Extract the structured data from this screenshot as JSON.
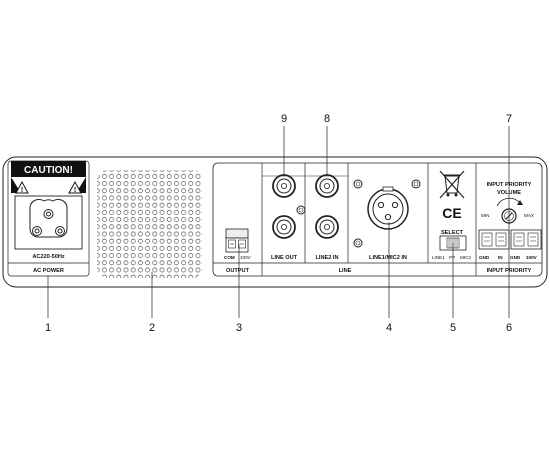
{
  "panel": {
    "caution_title": "CAUTION!",
    "ac_rating": "AC220-50Hz",
    "ac_power_label": "AC POWER"
  },
  "output": {
    "com": "COM",
    "v100": "100V",
    "label": "OUTPUT"
  },
  "line": {
    "line_out": "LINE OUT",
    "line2_in": "LINE2 IN",
    "line1_mic2_in": "LINE1/MIC2 IN",
    "group_label": "LINE"
  },
  "select": {
    "label": "SELECT",
    "opt1": "LINE1",
    "opt2": "PP",
    "opt3": "MIC2"
  },
  "priority": {
    "title_line1": "INPUT PRIORITY",
    "title_line2": "VOLUME",
    "min": "MIN",
    "max": "MAX",
    "gnd1": "GND",
    "in": "IN",
    "gnd2": "GND",
    "v100": "100V",
    "group_label": "INPUT PRIORITY"
  },
  "callouts": [
    "1",
    "2",
    "3",
    "4",
    "5",
    "6",
    "7",
    "8",
    "9"
  ],
  "marks": {
    "ce": "CE"
  }
}
